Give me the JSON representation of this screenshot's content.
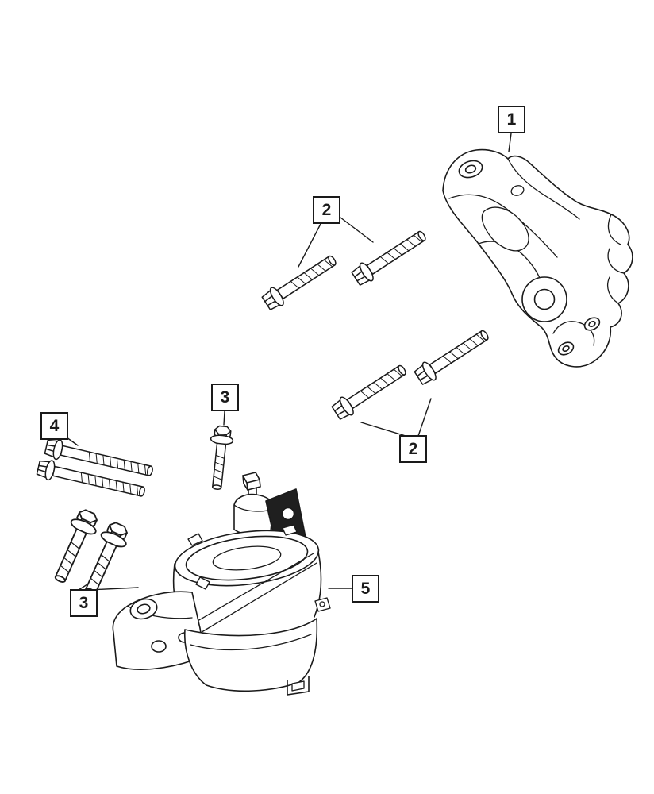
{
  "colors": {
    "line": "#1a1a1a",
    "background": "#ffffff"
  },
  "callouts": {
    "c1": {
      "label": "1"
    },
    "c2a": {
      "label": "2"
    },
    "c2b": {
      "label": "2"
    },
    "c3a": {
      "label": "3"
    },
    "c3b": {
      "label": "3"
    },
    "c4": {
      "label": "4"
    },
    "c5": {
      "label": "5"
    }
  }
}
